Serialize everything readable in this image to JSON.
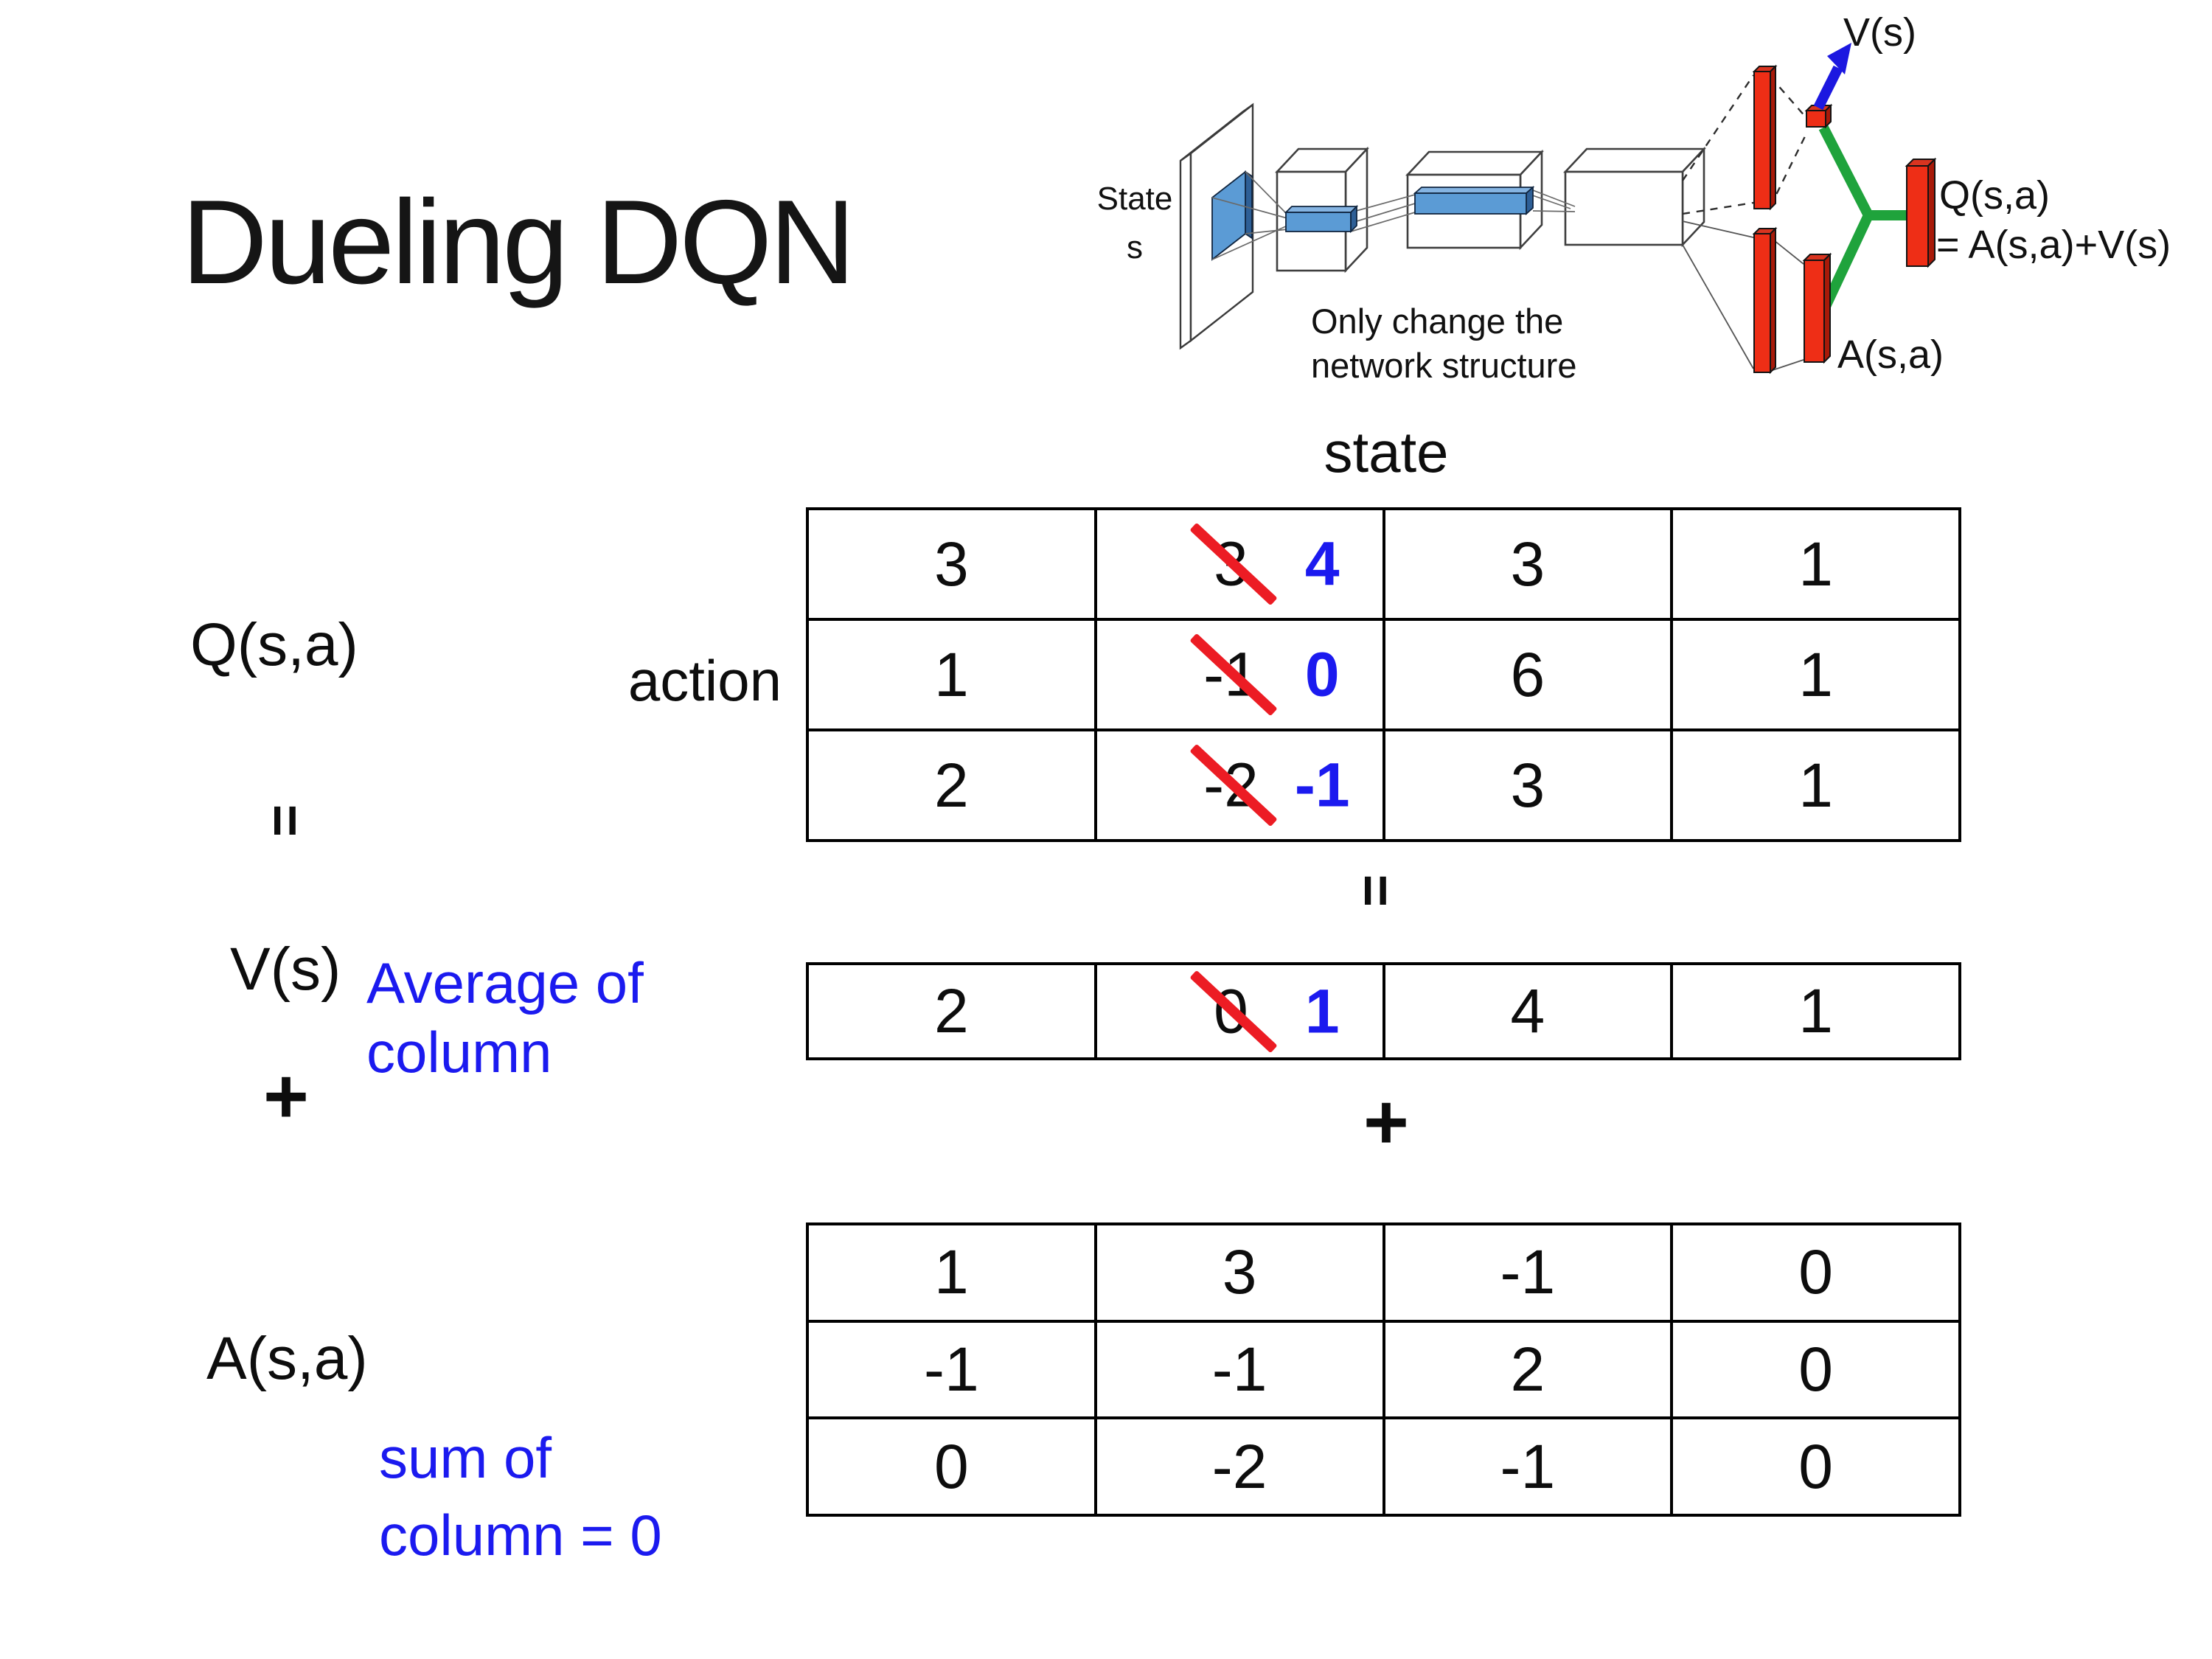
{
  "slide": {
    "title": "Dueling DQN"
  },
  "diagram": {
    "input_label_line1": "State",
    "input_label_line2": "s",
    "v_output_label": "V(s)",
    "q_output_label": "Q(s,a)",
    "q_output_formula": "= A(s,a)+V(s)",
    "a_output_label": "A(s,a)",
    "note_line1": "Only change the",
    "note_line2": "network structure"
  },
  "decomposition": {
    "q_label": "Q(s,a)",
    "equals_left": "=",
    "equals_center": "=",
    "v_label": "V(s)",
    "plus_left": "+",
    "plus_center": "+",
    "a_label": "A(s,a)",
    "state_header": "state",
    "action_label": "action",
    "average_note_line1": "Average of",
    "average_note_line2": "column",
    "sum_note_line1": "sum of",
    "sum_note_line2": "column = 0"
  },
  "tables": {
    "q": {
      "rows": [
        [
          {
            "value": "3"
          },
          {
            "old": "3",
            "new": "4"
          },
          {
            "value": "3"
          },
          {
            "value": "1"
          }
        ],
        [
          {
            "value": "1"
          },
          {
            "old": "-1",
            "new": "0"
          },
          {
            "value": "6"
          },
          {
            "value": "1"
          }
        ],
        [
          {
            "value": "2"
          },
          {
            "old": "-2",
            "new": "-1"
          },
          {
            "value": "3"
          },
          {
            "value": "1"
          }
        ]
      ]
    },
    "v": {
      "rows": [
        [
          {
            "value": "2"
          },
          {
            "old": "0",
            "new": "1"
          },
          {
            "value": "4"
          },
          {
            "value": "1"
          }
        ]
      ]
    },
    "a": {
      "rows": [
        [
          {
            "value": "1"
          },
          {
            "value": "3"
          },
          {
            "value": "-1"
          },
          {
            "value": "0"
          }
        ],
        [
          {
            "value": "-1"
          },
          {
            "value": "-1"
          },
          {
            "value": "2"
          },
          {
            "value": "0"
          }
        ],
        [
          {
            "value": "0"
          },
          {
            "value": "-2"
          },
          {
            "value": "-1"
          },
          {
            "value": "0"
          }
        ]
      ]
    }
  },
  "colors": {
    "accent_blue": "#1b1aef",
    "strike_red": "#ec1c24",
    "bar_red": "#ee2e16",
    "conv_blue": "#5b9bd5",
    "link_green": "#1fa33c"
  }
}
